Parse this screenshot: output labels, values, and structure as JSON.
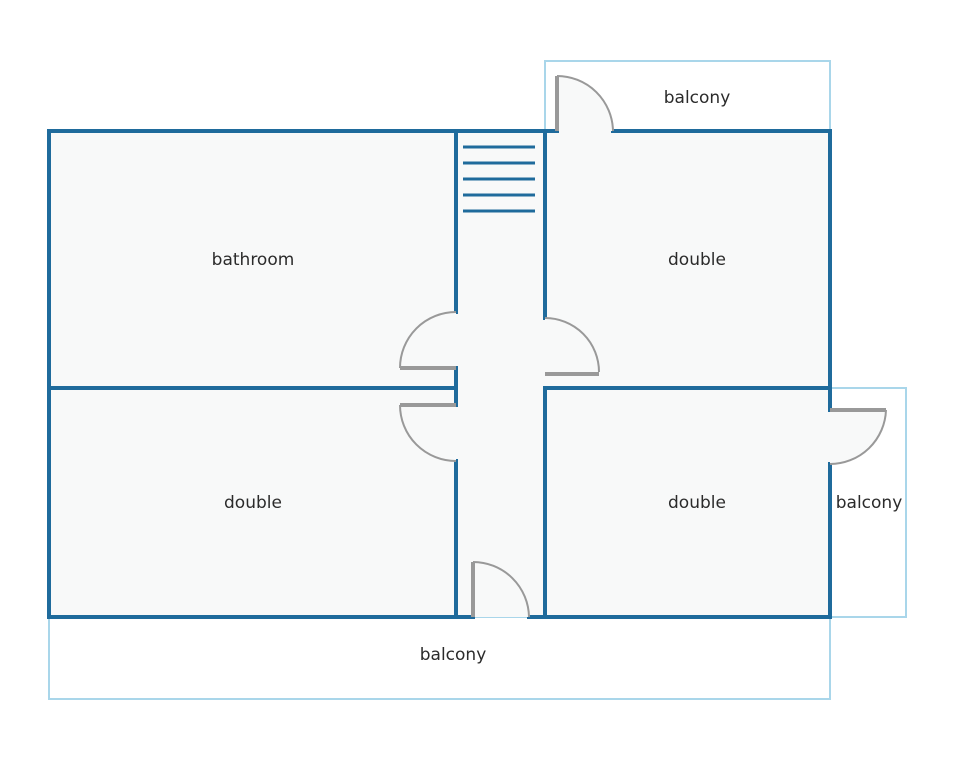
{
  "colors": {
    "wall": "#1f6b9c",
    "balcony_outline": "#a9d6ea",
    "floor": "#f8f9f9",
    "door": "#999999"
  },
  "rooms": [
    {
      "id": "bathroom",
      "label": "bathroom"
    },
    {
      "id": "double-top-right",
      "label": "double"
    },
    {
      "id": "double-bottom-left",
      "label": "double"
    },
    {
      "id": "double-bottom-right",
      "label": "double"
    }
  ],
  "balconies": [
    {
      "id": "top",
      "label": "balcony"
    },
    {
      "id": "right",
      "label": "balcony"
    },
    {
      "id": "bottom",
      "label": "balcony"
    }
  ],
  "icons": {
    "stairs": "stairs-icon",
    "door": "door-icon"
  }
}
